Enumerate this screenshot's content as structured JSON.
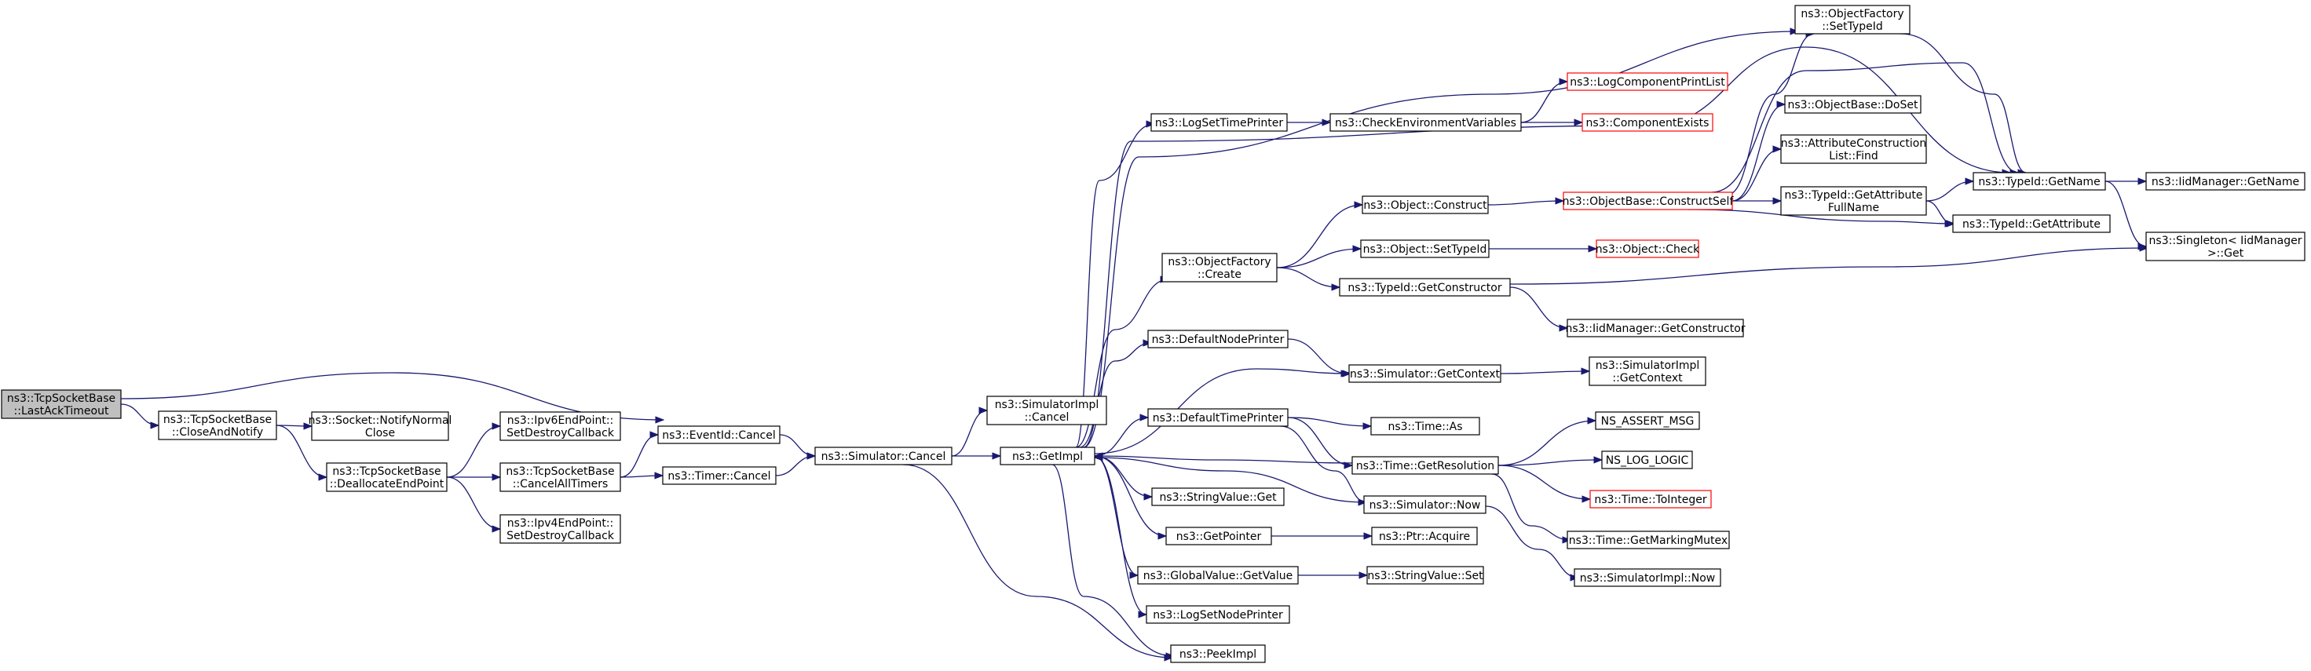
{
  "colors": {
    "edge": "#191970",
    "node_border": "#000000",
    "incomplete_border": "#ff0000",
    "root_fill": "#bfbfbf"
  },
  "nodes": [
    {
      "id": "root",
      "lines": [
        "ns3::TcpSocketBase",
        "::LastAckTimeout"
      ],
      "style": "root"
    },
    {
      "id": "closeNotify",
      "lines": [
        "ns3::TcpSocketBase",
        "::CloseAndNotify"
      ]
    },
    {
      "id": "notifyNormalClose",
      "lines": [
        "ns3::Socket::NotifyNormal",
        "Close"
      ]
    },
    {
      "id": "dealloc",
      "lines": [
        "ns3::TcpSocketBase",
        "::DeallocateEndPoint"
      ]
    },
    {
      "id": "ipv6",
      "lines": [
        "ns3::Ipv6EndPoint::",
        "SetDestroyCallback"
      ]
    },
    {
      "id": "cancelTimers",
      "lines": [
        "ns3::TcpSocketBase",
        "::CancelAllTimers"
      ]
    },
    {
      "id": "ipv4",
      "lines": [
        "ns3::Ipv4EndPoint::",
        "SetDestroyCallback"
      ]
    },
    {
      "id": "eventCancel",
      "lines": [
        "ns3::EventId::Cancel"
      ]
    },
    {
      "id": "timerCancel",
      "lines": [
        "ns3::Timer::Cancel"
      ]
    },
    {
      "id": "simCancel",
      "lines": [
        "ns3::Simulator::Cancel"
      ]
    },
    {
      "id": "simImplCancel",
      "lines": [
        "ns3::SimulatorImpl",
        "::Cancel"
      ]
    },
    {
      "id": "getImpl",
      "lines": [
        "ns3::GetImpl"
      ]
    },
    {
      "id": "logSetTime",
      "lines": [
        "ns3::LogSetTimePrinter"
      ]
    },
    {
      "id": "objFactoryCreate",
      "lines": [
        "ns3::ObjectFactory",
        "::Create"
      ]
    },
    {
      "id": "defaultNode",
      "lines": [
        "ns3::DefaultNodePrinter"
      ]
    },
    {
      "id": "defaultTime",
      "lines": [
        "ns3::DefaultTimePrinter"
      ]
    },
    {
      "id": "stringGet",
      "lines": [
        "ns3::StringValue::Get"
      ]
    },
    {
      "id": "getPointer",
      "lines": [
        "ns3::GetPointer"
      ]
    },
    {
      "id": "globalGet",
      "lines": [
        "ns3::GlobalValue::GetValue"
      ]
    },
    {
      "id": "logSetNode",
      "lines": [
        "ns3::LogSetNodePrinter"
      ]
    },
    {
      "id": "peekImpl",
      "lines": [
        "ns3::PeekImpl"
      ]
    },
    {
      "id": "checkEnv",
      "lines": [
        "ns3::CheckEnvironmentVariables"
      ]
    },
    {
      "id": "objConstruct",
      "lines": [
        "ns3::Object::Construct"
      ]
    },
    {
      "id": "objSetTypeId",
      "lines": [
        "ns3::Object::SetTypeId"
      ]
    },
    {
      "id": "typeGetCtor",
      "lines": [
        "ns3::TypeId::GetConstructor"
      ]
    },
    {
      "id": "simGetContext",
      "lines": [
        "ns3::Simulator::GetContext"
      ]
    },
    {
      "id": "timeAs",
      "lines": [
        "ns3::Time::As"
      ]
    },
    {
      "id": "timeGetRes",
      "lines": [
        "ns3::Time::GetResolution"
      ]
    },
    {
      "id": "simNow",
      "lines": [
        "ns3::Simulator::Now"
      ]
    },
    {
      "id": "ptrAcquire",
      "lines": [
        "ns3::Ptr::Acquire"
      ]
    },
    {
      "id": "stringSet",
      "lines": [
        "ns3::StringValue::Set"
      ]
    },
    {
      "id": "logCompPrint",
      "lines": [
        "ns3::LogComponentPrintList"
      ],
      "style": "red"
    },
    {
      "id": "compExists",
      "lines": [
        "ns3::ComponentExists"
      ],
      "style": "red"
    },
    {
      "id": "objBaseConstructSelf",
      "lines": [
        "ns3::ObjectBase::ConstructSelf"
      ],
      "style": "red"
    },
    {
      "id": "objCheck",
      "lines": [
        "ns3::Object::Check"
      ],
      "style": "red"
    },
    {
      "id": "iidGetCtor",
      "lines": [
        "ns3::IidManager::GetConstructor"
      ]
    },
    {
      "id": "simImplGetContext",
      "lines": [
        "ns3::SimulatorImpl",
        "::GetContext"
      ]
    },
    {
      "id": "nsAssertMsg",
      "lines": [
        "NS_ASSERT_MSG"
      ]
    },
    {
      "id": "nsLogLogic",
      "lines": [
        "NS_LOG_LOGIC"
      ]
    },
    {
      "id": "timeToInteger",
      "lines": [
        "ns3::Time::ToInteger"
      ],
      "style": "red"
    },
    {
      "id": "timeGetMarking",
      "lines": [
        "ns3::Time::GetMarkingMutex"
      ]
    },
    {
      "id": "simImplNow",
      "lines": [
        "ns3::SimulatorImpl::Now"
      ]
    },
    {
      "id": "objFactorySetTypeId",
      "lines": [
        "ns3::ObjectFactory",
        "::SetTypeId"
      ]
    },
    {
      "id": "objBaseDoSet",
      "lines": [
        "ns3::ObjectBase::DoSet"
      ]
    },
    {
      "id": "attrConstructFind",
      "lines": [
        "ns3::AttributeConstruction",
        "List::Find"
      ]
    },
    {
      "id": "typeGetAttrFull",
      "lines": [
        "ns3::TypeId::GetAttribute",
        "FullName"
      ]
    },
    {
      "id": "typeGetName",
      "lines": [
        "ns3::TypeId::GetName"
      ]
    },
    {
      "id": "typeGetAttr",
      "lines": [
        "ns3::TypeId::GetAttribute"
      ]
    },
    {
      "id": "iidGetName",
      "lines": [
        "ns3::IidManager::GetName"
      ]
    },
    {
      "id": "singletonGet",
      "lines": [
        "ns3::Singleton< IidManager",
        ">::Get"
      ]
    }
  ]
}
